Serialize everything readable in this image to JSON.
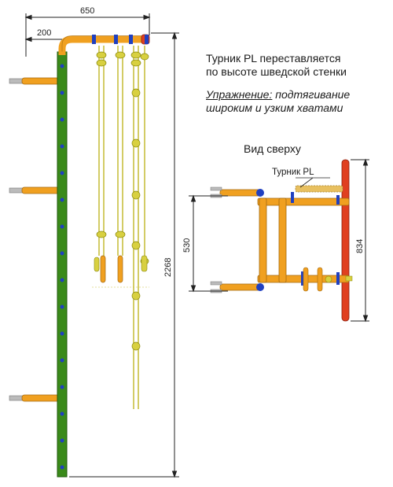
{
  "dimensions": {
    "total_reach": "650",
    "wall_offset": "200",
    "height": "2268",
    "top_width": "530",
    "top_length": "834"
  },
  "notes": {
    "line1": "Турник PL переставляется",
    "line2": "по высоте шведской стенки",
    "exercise_label": "Упражнение:",
    "exercise_rest": " подтягивание",
    "exercise_line2": "широким и узким хватами"
  },
  "top_view": {
    "title": "Вид сверху",
    "bar_label": "Турник PL"
  },
  "colors": {
    "pole": "#3a8a1a",
    "pipe": "#f0a020",
    "rope": "#c8c040",
    "red": "#e04020",
    "clamp": "#2040c0"
  }
}
